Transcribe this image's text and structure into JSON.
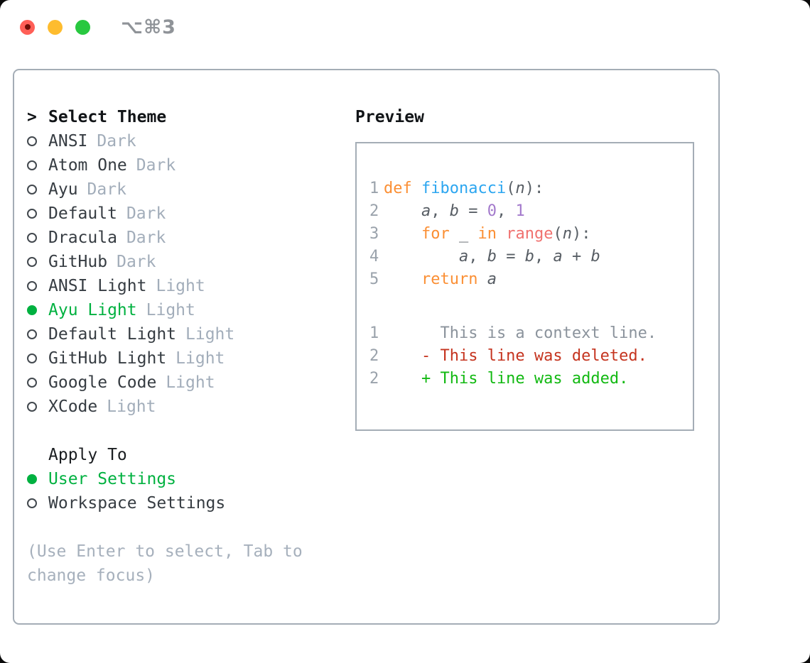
{
  "window": {
    "title": "⌥⌘3"
  },
  "traffic_lights": [
    {
      "name": "close",
      "color": "#ff5f57",
      "inner_dot": true
    },
    {
      "name": "minimize",
      "color": "#febc2e",
      "inner_dot": false
    },
    {
      "name": "zoom",
      "color": "#28c840",
      "inner_dot": false
    }
  ],
  "theme_panel": {
    "header_prefix": ">",
    "header_label": "Select Theme",
    "items": [
      {
        "name": "ANSI",
        "variant": "Dark",
        "selected": false
      },
      {
        "name": "Atom One",
        "variant": "Dark",
        "selected": false
      },
      {
        "name": "Ayu",
        "variant": "Dark",
        "selected": false
      },
      {
        "name": "Default",
        "variant": "Dark",
        "selected": false
      },
      {
        "name": "Dracula",
        "variant": "Dark",
        "selected": false
      },
      {
        "name": "GitHub",
        "variant": "Dark",
        "selected": false
      },
      {
        "name": "ANSI Light",
        "variant": "Light",
        "selected": false
      },
      {
        "name": "Ayu Light",
        "variant": "Light",
        "selected": true
      },
      {
        "name": "Default Light",
        "variant": "Light",
        "selected": false
      },
      {
        "name": "GitHub Light",
        "variant": "Light",
        "selected": false
      },
      {
        "name": "Google Code",
        "variant": "Light",
        "selected": false
      },
      {
        "name": "XCode",
        "variant": "Light",
        "selected": false
      }
    ],
    "apply_label": "Apply To",
    "apply_options": [
      {
        "label": "User Settings",
        "selected": true
      },
      {
        "label": "Workspace Settings",
        "selected": false
      }
    ],
    "hint": "(Use Enter to select, Tab to change focus)"
  },
  "preview": {
    "label": "Preview",
    "code_lines": [
      {
        "num": "1",
        "tokens": [
          {
            "t": "def ",
            "c": "keyword"
          },
          {
            "t": "fibonacci",
            "c": "function"
          },
          {
            "t": "(",
            "c": "plain"
          },
          {
            "t": "n",
            "c": "variable"
          },
          {
            "t": "):",
            "c": "plain"
          }
        ]
      },
      {
        "num": "2",
        "tokens": [
          {
            "t": "    ",
            "c": "plain"
          },
          {
            "t": "a",
            "c": "variable"
          },
          {
            "t": ", ",
            "c": "plain"
          },
          {
            "t": "b",
            "c": "variable"
          },
          {
            "t": " = ",
            "c": "plain"
          },
          {
            "t": "0",
            "c": "number"
          },
          {
            "t": ", ",
            "c": "plain"
          },
          {
            "t": "1",
            "c": "number"
          }
        ]
      },
      {
        "num": "3",
        "tokens": [
          {
            "t": "    ",
            "c": "plain"
          },
          {
            "t": "for",
            "c": "keyword"
          },
          {
            "t": " _ ",
            "c": "plain"
          },
          {
            "t": "in",
            "c": "keyword"
          },
          {
            "t": " ",
            "c": "plain"
          },
          {
            "t": "range",
            "c": "builtin"
          },
          {
            "t": "(",
            "c": "plain"
          },
          {
            "t": "n",
            "c": "variable"
          },
          {
            "t": "):",
            "c": "plain"
          }
        ]
      },
      {
        "num": "4",
        "tokens": [
          {
            "t": "        ",
            "c": "plain"
          },
          {
            "t": "a",
            "c": "variable"
          },
          {
            "t": ", ",
            "c": "plain"
          },
          {
            "t": "b",
            "c": "variable"
          },
          {
            "t": " = ",
            "c": "plain"
          },
          {
            "t": "b",
            "c": "variable"
          },
          {
            "t": ", ",
            "c": "plain"
          },
          {
            "t": "a",
            "c": "variable"
          },
          {
            "t": " + ",
            "c": "plain"
          },
          {
            "t": "b",
            "c": "variable"
          }
        ]
      },
      {
        "num": "5",
        "tokens": [
          {
            "t": "    ",
            "c": "plain"
          },
          {
            "t": "return",
            "c": "keyword"
          },
          {
            "t": " ",
            "c": "plain"
          },
          {
            "t": "a",
            "c": "variable"
          }
        ]
      }
    ],
    "diff_lines": [
      {
        "num": "1",
        "type": "context",
        "text": "      This is a context line."
      },
      {
        "num": "2",
        "type": "deleted",
        "text": "    - This line was deleted."
      },
      {
        "num": "2",
        "type": "added",
        "text": "    + This line was added."
      }
    ]
  },
  "colors": {
    "keyword": "#fb8f34",
    "function": "#2ca6f0",
    "builtin": "#f0716f",
    "number": "#a37acc",
    "variable": "#565c63",
    "plain": "#585f66",
    "gutter": "#9aa2ab",
    "context": "#8b939c",
    "deleted": "#c5341f",
    "added": "#12b912",
    "selected_green": "#00b140",
    "item_text": "#363c42",
    "variant_text": "#a2adba",
    "hint_text": "#a6b0bc",
    "header_text": "#111417",
    "border": "#a4adb6",
    "title_text": "#8f9398"
  }
}
